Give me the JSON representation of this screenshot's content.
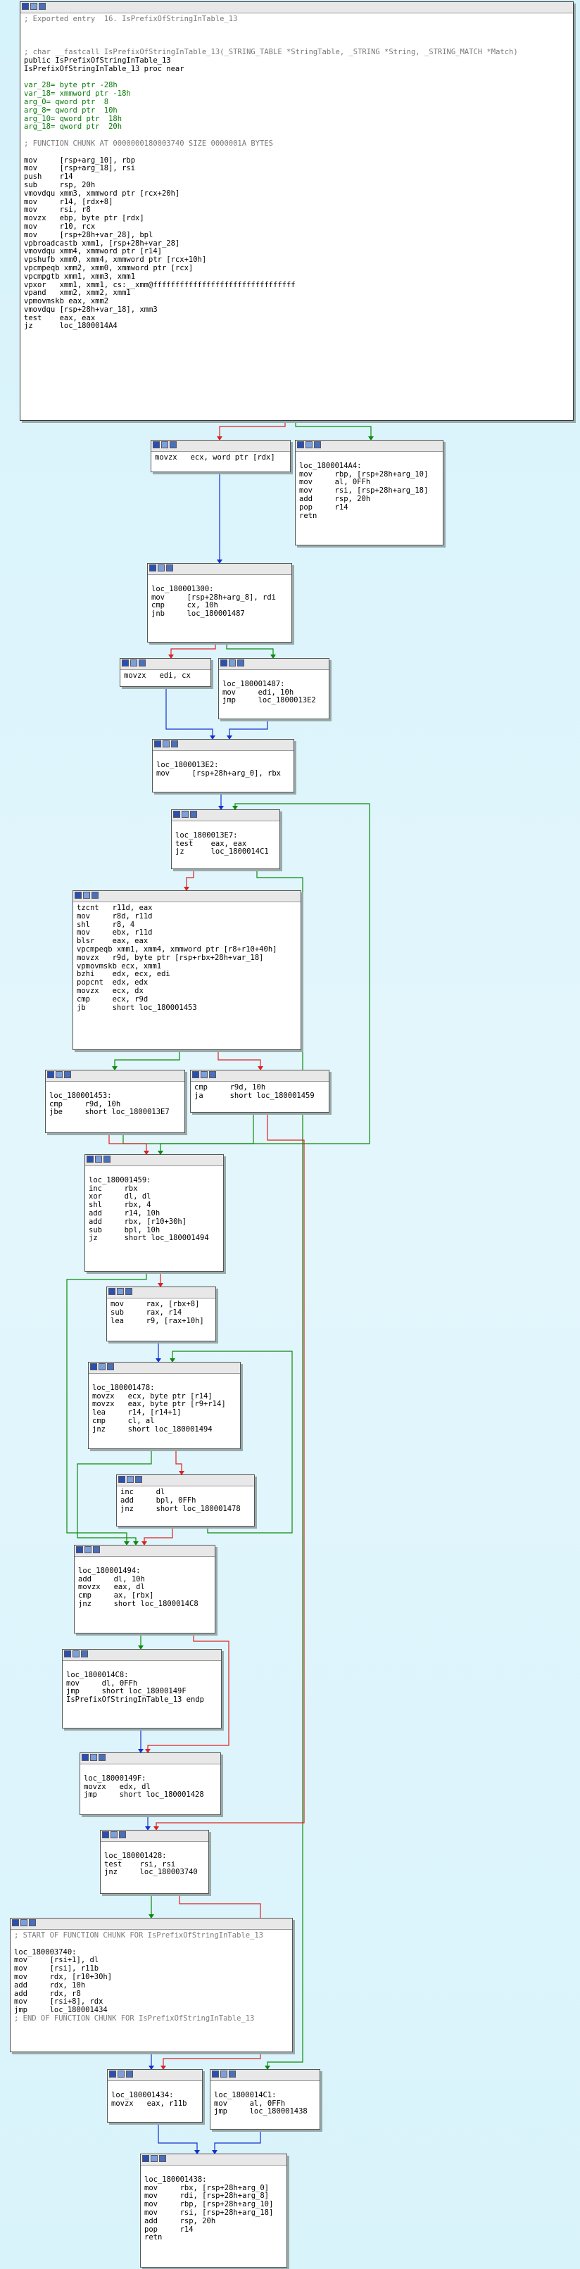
{
  "colors": {
    "true_edge": "#0a8a0a",
    "false_edge": "#e02020",
    "uncond_edge": "#1030d0",
    "background": "#dff4fb"
  },
  "nodes": [
    {
      "id": "entry",
      "lines": [
        "; Exported entry  16. IsPrefixOfStringInTable_13",
        "",
        "",
        "",
        "; char __fastcall IsPrefixOfStringInTable_13(_STRING_TABLE *StringTable, _STRING *String, _STRING_MATCH *Match)",
        "public IsPrefixOfStringInTable_13",
        "IsPrefixOfStringInTable_13 proc near",
        "",
        "var_28= byte ptr -28h",
        "var_18= xmmword ptr -18h",
        "arg_0= qword ptr  8",
        "arg_8= qword ptr  10h",
        "arg_10= qword ptr  18h",
        "arg_18= qword ptr  20h",
        "",
        "; FUNCTION CHUNK AT 0000000180003740 SIZE 0000001A BYTES",
        "",
        "mov     [rsp+arg_10], rbp",
        "mov     [rsp+arg_18], rsi",
        "push    r14",
        "sub     rsp, 20h",
        "vmovdqu xmm3, xmmword ptr [rcx+20h]",
        "mov     r14, [rdx+8]",
        "mov     rsi, r8",
        "movzx   ebp, byte ptr [rdx]",
        "mov     r10, rcx",
        "mov     [rsp+28h+var_28], bpl",
        "vpbroadcastb xmm1, [rsp+28h+var_28]",
        "vmovdqu xmm4, xmmword ptr [r14]",
        "vpshufb xmm0, xmm4, xmmword ptr [rcx+10h]",
        "vpcmpeqb xmm2, xmm0, xmmword ptr [rcx]",
        "vpcmpgtb xmm1, xmm3, xmm1",
        "vpxor   xmm1, xmm1, cs:__xmm@ffffffffffffffffffffffffffffffff",
        "vpand   xmm2, xmm2, xmm1",
        "vpmovmskb eax, xmm2",
        "vmovdqu [rsp+28h+var_18], xmm3",
        "test    eax, eax",
        "jz      loc_1800014A4"
      ]
    },
    {
      "id": "n_movzx_ecx",
      "lines": [
        "movzx   ecx, word ptr [rdx]"
      ]
    },
    {
      "id": "n_14a4",
      "lines": [
        "",
        "loc_1800014A4:",
        "mov     rbp, [rsp+28h+arg_10]",
        "mov     al, 0FFh",
        "mov     rsi, [rsp+28h+arg_18]",
        "add     rsp, 20h",
        "pop     r14",
        "retn"
      ]
    },
    {
      "id": "n_1300",
      "lines": [
        "",
        "loc_180001300:",
        "mov     [rsp+28h+arg_8], rdi",
        "cmp     cx, 10h",
        "jnb     loc_180001487"
      ]
    },
    {
      "id": "n_movzx_edi",
      "lines": [
        "movzx   edi, cx"
      ]
    },
    {
      "id": "n_1487",
      "lines": [
        "",
        "loc_180001487:",
        "mov     edi, 10h",
        "jmp     loc_1800013E2"
      ]
    },
    {
      "id": "n_13e2",
      "lines": [
        "",
        "loc_1800013E2:",
        "mov     [rsp+28h+arg_0], rbx"
      ]
    },
    {
      "id": "n_13e7",
      "lines": [
        "",
        "loc_1800013E7:",
        "test    eax, eax",
        "jz      loc_1800014C1"
      ]
    },
    {
      "id": "n_tzcnt",
      "lines": [
        "tzcnt   r11d, eax",
        "mov     r8d, r11d",
        "shl     r8, 4",
        "mov     ebx, r11d",
        "blsr    eax, eax",
        "vpcmpeqb xmm1, xmm4, xmmword ptr [r8+r10+40h]",
        "movzx   r9d, byte ptr [rsp+rbx+28h+var_18]",
        "vpmovmskb ecx, xmm1",
        "bzhi    edx, ecx, edi",
        "popcnt  edx, edx",
        "movzx   ecx, dx",
        "cmp     ecx, r9d",
        "jb      short loc_180001453"
      ]
    },
    {
      "id": "n_1453",
      "lines": [
        "",
        "loc_180001453:",
        "cmp     r9d, 10h",
        "jbe     short loc_1800013E7"
      ]
    },
    {
      "id": "n_cmp_r9d",
      "lines": [
        "cmp     r9d, 10h",
        "ja      short loc_180001459"
      ]
    },
    {
      "id": "n_1459",
      "lines": [
        "",
        "loc_180001459:",
        "inc     rbx",
        "xor     dl, dl",
        "shl     rbx, 4",
        "add     r14, 10h",
        "add     rbx, [r10+30h]",
        "sub     bpl, 10h",
        "jz      short loc_180001494"
      ]
    },
    {
      "id": "n_mov_rax",
      "lines": [
        "mov     rax, [rbx+8]",
        "sub     rax, r14",
        "lea     r9, [rax+10h]"
      ]
    },
    {
      "id": "n_1478",
      "lines": [
        "",
        "loc_180001478:",
        "movzx   ecx, byte ptr [r14]",
        "movzx   eax, byte ptr [r9+r14]",
        "lea     r14, [r14+1]",
        "cmp     cl, al",
        "jnz     short loc_180001494"
      ]
    },
    {
      "id": "n_inc_dl",
      "lines": [
        "inc     dl",
        "add     bpl, 0FFh",
        "jnz     short loc_180001478"
      ]
    },
    {
      "id": "n_1494",
      "lines": [
        "",
        "loc_180001494:",
        "add     dl, 10h",
        "movzx   eax, dl",
        "cmp     ax, [rbx]",
        "jnz     short loc_1800014C8"
      ]
    },
    {
      "id": "n_14c8",
      "lines": [
        "",
        "loc_1800014C8:",
        "mov     dl, 0FFh",
        "jmp     short loc_18000149F",
        "IsPrefixOfStringInTable_13 endp"
      ]
    },
    {
      "id": "n_149f",
      "lines": [
        "",
        "loc_18000149F:",
        "movzx   edx, dl",
        "jmp     short loc_180001428"
      ]
    },
    {
      "id": "n_1428",
      "lines": [
        "",
        "loc_180001428:",
        "test    rsi, rsi",
        "jnz     loc_180003740"
      ]
    },
    {
      "id": "n_3740",
      "lines": [
        "; START OF FUNCTION CHUNK FOR IsPrefixOfStringInTable_13",
        "",
        "loc_180003740:",
        "mov     [rsi+1], dl",
        "mov     [rsi], r11b",
        "mov     rdx, [r10+30h]",
        "add     rdx, 10h",
        "add     rdx, r8",
        "mov     [rsi+8], rdx",
        "jmp     loc_180001434",
        "; END OF FUNCTION CHUNK FOR IsPrefixOfStringInTable_13"
      ]
    },
    {
      "id": "n_1434",
      "lines": [
        "",
        "loc_180001434:",
        "movzx   eax, r11b"
      ]
    },
    {
      "id": "n_14c1",
      "lines": [
        "",
        "loc_1800014C1:",
        "mov     al, 0FFh",
        "jmp     loc_180001438"
      ]
    },
    {
      "id": "n_1438",
      "lines": [
        "",
        "loc_180001438:",
        "mov     rbx, [rsp+28h+arg_0]",
        "mov     rdi, [rsp+28h+arg_8]",
        "mov     rbp, [rsp+28h+arg_10]",
        "mov     rsi, [rsp+28h+arg_18]",
        "add     rsp, 20h",
        "pop     r14",
        "retn"
      ]
    }
  ]
}
